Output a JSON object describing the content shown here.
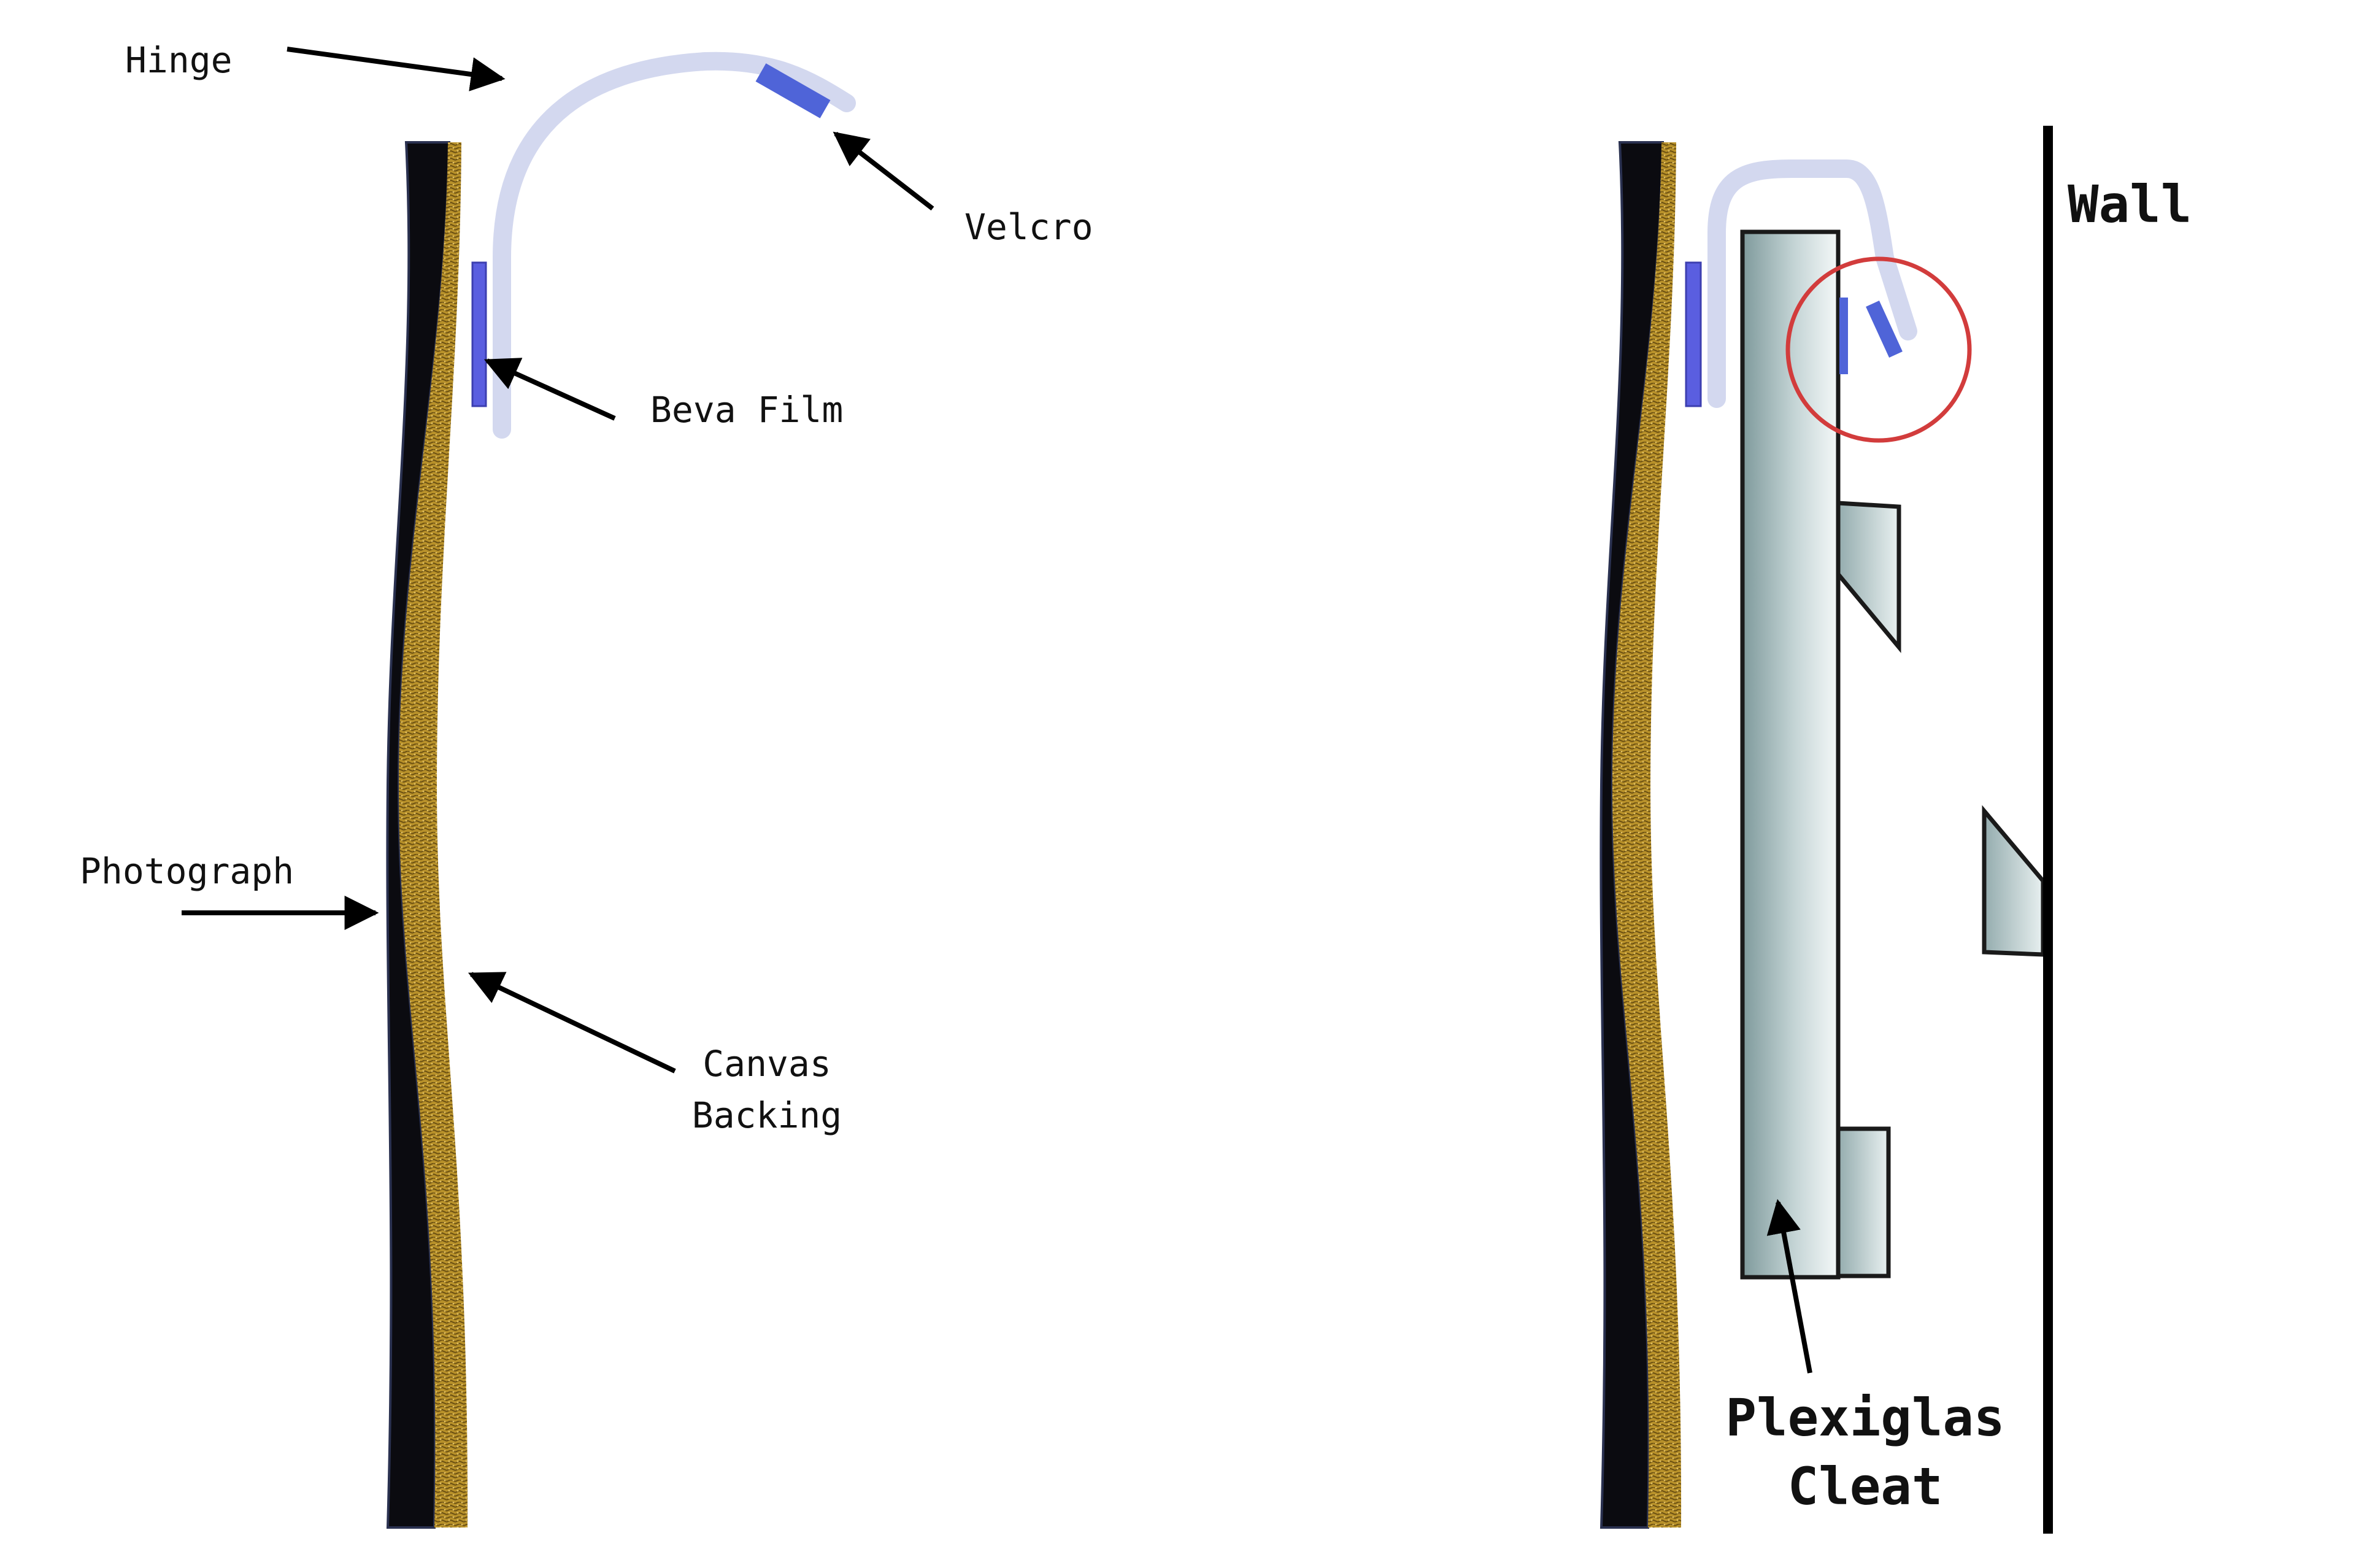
{
  "colors": {
    "photograph": "#0b0b10",
    "photograph_edge": "#2a3150",
    "canvas_backing": "#b8912a",
    "canvas_dark": "#6a4f12",
    "hinge": "#d3d8ef",
    "velcro": "#4f64d8",
    "beva_film": "#5a5ee0",
    "plexiglas": "#c2d2d4",
    "wall": "#000000",
    "highlight_circle": "#d23c3c",
    "arrow": "#000000"
  },
  "labels": {
    "hinge": "Hinge",
    "velcro": "Velcro",
    "beva_film": "Beva Film",
    "photograph": "Photograph",
    "canvas_line1": "Canvas",
    "canvas_line2": "Backing",
    "wall": "Wall",
    "plexiglas_line1": "Plexiglas",
    "plexiglas_line2": "Cleat"
  }
}
